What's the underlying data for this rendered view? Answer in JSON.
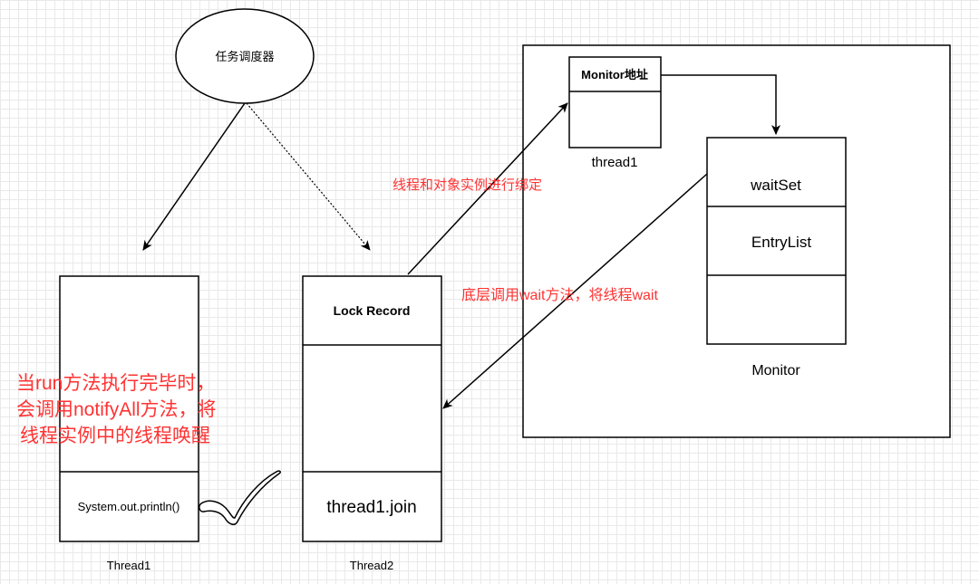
{
  "diagram": {
    "scheduler": {
      "label": "任务调度器"
    },
    "thread1": {
      "caption": "Thread1",
      "note": [
        "当run方法执行完毕时，",
        "会调用notifyAll方法，将",
        "线程实例中的线程唤醒"
      ],
      "bottom_label": "System.out.println()"
    },
    "thread2": {
      "caption": "Thread2",
      "top_label": "Lock Record",
      "bottom_label": "thread1.join"
    },
    "monitor_addr": {
      "label": "Monitor地址",
      "caption": "thread1"
    },
    "monitor": {
      "caption": "Monitor",
      "rows": [
        "waitSet",
        "EntryList",
        ""
      ]
    },
    "annotations": {
      "bind": "线程和对象实例进行绑定",
      "wait": "底层调用wait方法，将线程wait"
    },
    "colors": {
      "stroke": "#000000",
      "annotation": "#ff3333",
      "background": "#ffffff"
    }
  }
}
